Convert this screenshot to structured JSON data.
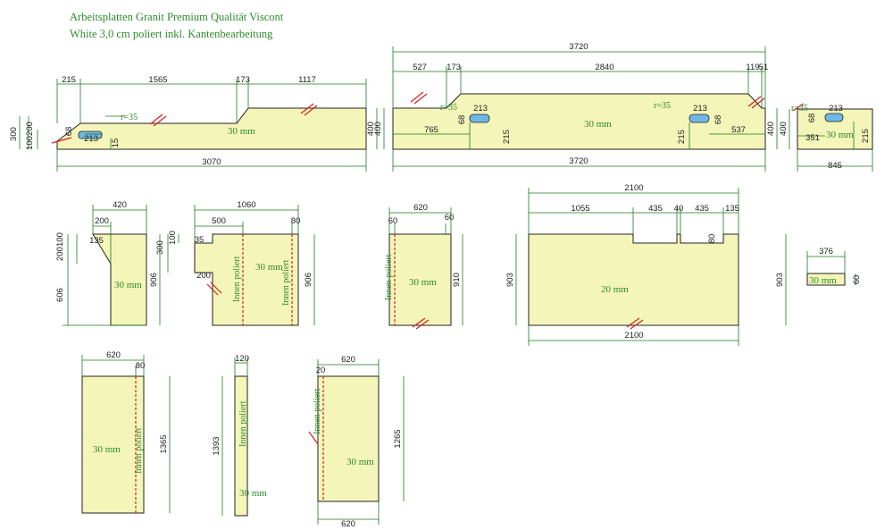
{
  "header": {
    "line1": "Arbeitsplatten Granit Premium Qualität Viscont",
    "line2": "White 3,0 cm poliert inkl. Kantenbearbeitung"
  },
  "labels": {
    "thk30": "30 mm",
    "thk20": "20 mm",
    "innen": "Innen poliert",
    "r35": "r=35"
  },
  "p1": {
    "d215": "215",
    "d1565": "1565",
    "d173": "173",
    "d1117": "1117",
    "d3070": "3070",
    "d300": "300",
    "d200": "200",
    "d100": "100",
    "d400": "400",
    "d213": "213",
    "d68": "68",
    "d15": "15"
  },
  "p2": {
    "d3720a": "3720",
    "d527": "527",
    "d173": "173",
    "d2840": "2840",
    "d119": "119",
    "d51": "51",
    "d765": "765",
    "d213a": "213",
    "d213b": "213",
    "d68a": "68",
    "d68b": "68",
    "d215a": "215",
    "d215b": "215",
    "d537": "537",
    "d400a": "400",
    "d400b": "400",
    "d3720b": "3720"
  },
  "p3": {
    "d213": "213",
    "d68": "68",
    "d351": "351",
    "d215": "215",
    "d400": "400",
    "d845": "845"
  },
  "p4": {
    "d420": "420",
    "d200": "200",
    "d100": "100",
    "d135": "135",
    "d606": "606",
    "d906": "906"
  },
  "p5": {
    "d1060": "1060",
    "d500": "500",
    "d80": "80",
    "d300": "300",
    "d100": "100",
    "d35": "35",
    "d200": "200",
    "d906": "906"
  },
  "p6": {
    "d620": "620",
    "d60a": "60",
    "d60b": "60",
    "d910": "910"
  },
  "p7": {
    "d2100a": "2100",
    "d1055": "1055",
    "d435a": "435",
    "d40": "40",
    "d435b": "435",
    "d135": "135",
    "d80": "80",
    "d903a": "903",
    "d903b": "903",
    "d2100b": "2100"
  },
  "p8": {
    "d376": "376",
    "d60": "60"
  },
  "p9": {
    "d620": "620",
    "d80": "80",
    "d1365": "1365"
  },
  "p10": {
    "d120": "120",
    "d1393": "1393"
  },
  "p11": {
    "d620a": "620",
    "d20": "20",
    "d1265": "1265",
    "d620b": "620"
  }
}
